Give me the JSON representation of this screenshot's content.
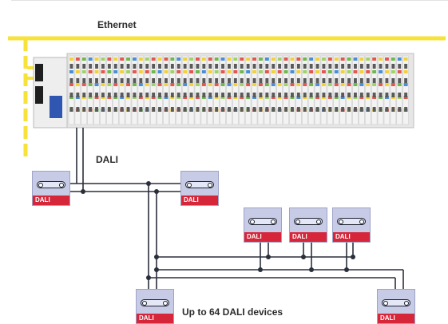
{
  "labels": {
    "ethernet": "Ethernet",
    "dali_bus": "DALI",
    "devices_note": "Up to 64 DALI devices"
  },
  "device_label": "DALI",
  "colors": {
    "ethernet_line": "#f7e23a",
    "bus_line": "#2a2f3a",
    "device_fill": "#c7cbe6",
    "device_label_bg": "#d6263a"
  }
}
